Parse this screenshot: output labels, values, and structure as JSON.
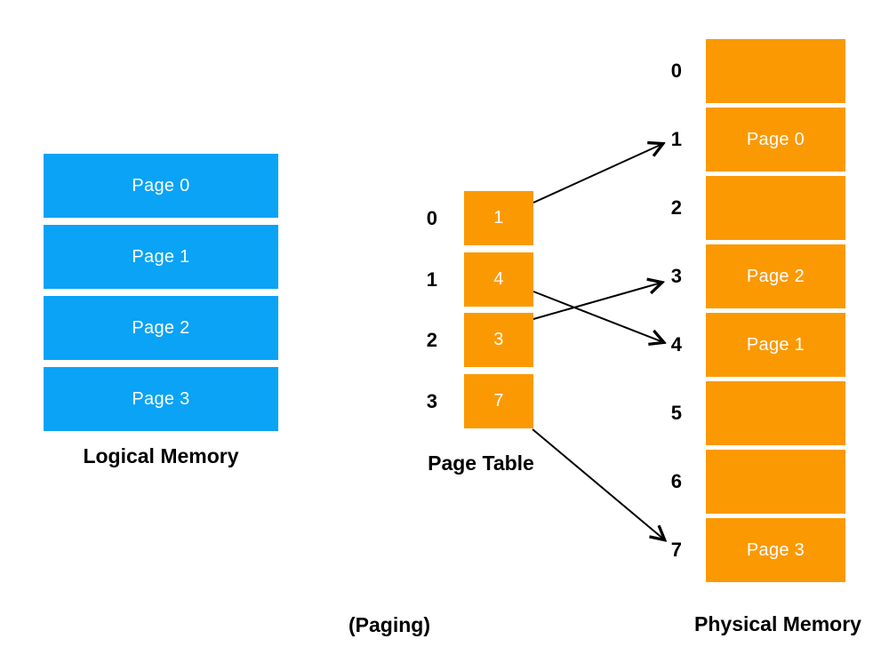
{
  "diagram": {
    "title_hint": "Paging memory-management scheme",
    "colors": {
      "logical_block": "#0AA3F5",
      "table_and_frame": "#FB9902",
      "text": "#000000",
      "block_text": "#FFFFFF",
      "arrow": "#000000",
      "background": "#FFFFFF"
    },
    "logical_memory": {
      "label": "Logical Memory",
      "blocks": [
        "Page 0",
        "Page 1",
        "Page 2",
        "Page 3"
      ]
    },
    "page_table": {
      "label": "Page Table",
      "caption": "(Paging)",
      "entries": [
        {
          "index": "0",
          "value": "1"
        },
        {
          "index": "1",
          "value": "4"
        },
        {
          "index": "2",
          "value": "3"
        },
        {
          "index": "3",
          "value": "7"
        }
      ]
    },
    "physical_memory": {
      "label": "Physical Memory",
      "frames": [
        {
          "index": "0",
          "content": ""
        },
        {
          "index": "1",
          "content": "Page 0"
        },
        {
          "index": "2",
          "content": ""
        },
        {
          "index": "3",
          "content": "Page 2"
        },
        {
          "index": "4",
          "content": "Page 1"
        },
        {
          "index": "5",
          "content": ""
        },
        {
          "index": "6",
          "content": ""
        },
        {
          "index": "7",
          "content": "Page 3"
        }
      ]
    },
    "arrows": [
      {
        "from_entry": 0,
        "to_frame": 1
      },
      {
        "from_entry": 1,
        "to_frame": 4
      },
      {
        "from_entry": 2,
        "to_frame": 3
      },
      {
        "from_entry": 3,
        "to_frame": 7
      }
    ]
  }
}
